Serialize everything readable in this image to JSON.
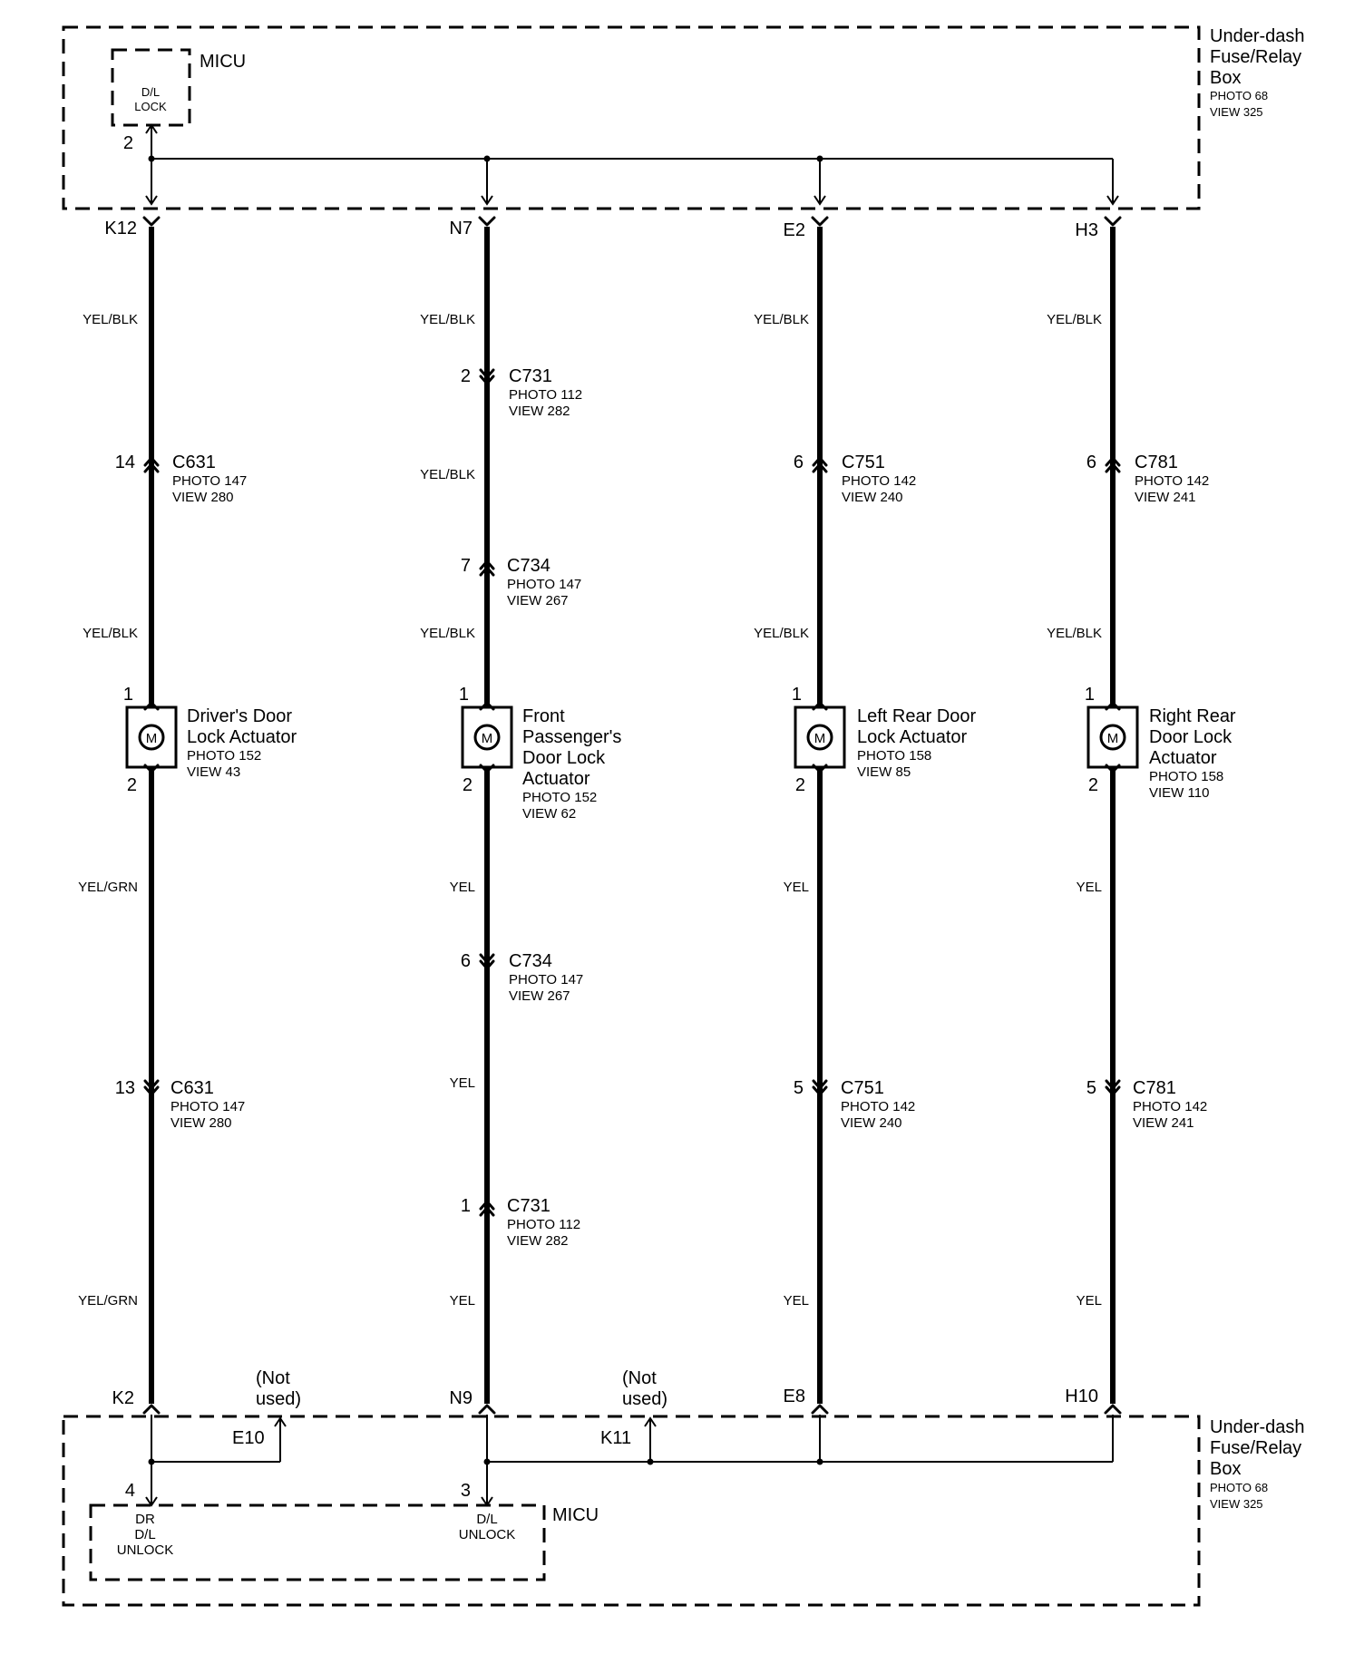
{
  "top_box": {
    "name": [
      "Under-dash",
      "Fuse/Relay",
      "Box"
    ],
    "refs": [
      "PHOTO 68",
      "VIEW 325"
    ]
  },
  "bottom_box": {
    "name": [
      "Under-dash",
      "Fuse/Relay",
      "Box"
    ],
    "refs": [
      "PHOTO 68",
      "VIEW 325"
    ]
  },
  "micu_top": {
    "title": "MICU",
    "internal": [
      "D/L",
      "LOCK"
    ],
    "pin": "2"
  },
  "micu_bottom": {
    "title": "MICU",
    "dr_unlock": [
      "DR",
      "D/L",
      "UNLOCK"
    ],
    "dl_unlock": [
      "D/L",
      "UNLOCK"
    ],
    "pin_dr": "4",
    "pin_dl": "3"
  },
  "top_terminals": [
    "K12",
    "N7",
    "E2",
    "H3"
  ],
  "bottom_terminals": [
    "K2",
    "N9",
    "E8",
    "H10"
  ],
  "unused": [
    {
      "label": "E10",
      "note": [
        "(Not",
        "used)"
      ]
    },
    {
      "label": "K11",
      "note": [
        "(Not",
        "used)"
      ]
    }
  ],
  "wire_colors": {
    "c1": [
      "YEL/BLK",
      "YEL/BLK",
      "YEL/GRN",
      "YEL/GRN"
    ],
    "c2": [
      "YEL/BLK",
      "YEL/BLK",
      "YEL/BLK",
      "YEL",
      "YEL",
      "YEL"
    ],
    "c3": [
      "YEL/BLK",
      "YEL/BLK",
      "YEL",
      "YEL"
    ],
    "c4": [
      "YEL/BLK",
      "YEL/BLK",
      "YEL",
      "YEL"
    ]
  },
  "connectors": {
    "c1": [
      {
        "pin": "14",
        "name": "C631",
        "refs": [
          "PHOTO 147",
          "VIEW 280"
        ]
      },
      {
        "pin": "13",
        "name": "C631",
        "refs": [
          "PHOTO 147",
          "VIEW 280"
        ]
      }
    ],
    "c2": [
      {
        "pin": "2",
        "name": "C731",
        "refs": [
          "PHOTO 112",
          "VIEW 282"
        ]
      },
      {
        "pin": "7",
        "name": "C734",
        "refs": [
          "PHOTO 147",
          "VIEW 267"
        ]
      },
      {
        "pin": "6",
        "name": "C734",
        "refs": [
          "PHOTO 147",
          "VIEW 267"
        ]
      },
      {
        "pin": "1",
        "name": "C731",
        "refs": [
          "PHOTO 112",
          "VIEW 282"
        ]
      }
    ],
    "c3": [
      {
        "pin": "6",
        "name": "C751",
        "refs": [
          "PHOTO 142",
          "VIEW 240"
        ]
      },
      {
        "pin": "5",
        "name": "C751",
        "refs": [
          "PHOTO 142",
          "VIEW 240"
        ]
      }
    ],
    "c4": [
      {
        "pin": "6",
        "name": "C781",
        "refs": [
          "PHOTO 142",
          "VIEW 241"
        ]
      },
      {
        "pin": "5",
        "name": "C781",
        "refs": [
          "PHOTO 142",
          "VIEW 241"
        ]
      }
    ]
  },
  "actuators": [
    {
      "name": [
        "Driver's Door",
        "Lock Actuator"
      ],
      "refs": [
        "PHOTO 152",
        "VIEW 43"
      ],
      "pin_top": "1",
      "pin_bottom": "2",
      "symbol": "M"
    },
    {
      "name": [
        "Front",
        "Passenger's",
        "Door Lock",
        "Actuator"
      ],
      "refs": [
        "PHOTO 152",
        "VIEW 62"
      ],
      "pin_top": "1",
      "pin_bottom": "2",
      "symbol": "M"
    },
    {
      "name": [
        "Left Rear Door",
        "Lock Actuator"
      ],
      "refs": [
        "PHOTO 158",
        "VIEW 85"
      ],
      "pin_top": "1",
      "pin_bottom": "2",
      "symbol": "M"
    },
    {
      "name": [
        "Right Rear",
        "Door Lock",
        "Actuator"
      ],
      "refs": [
        "PHOTO 158",
        "VIEW 110"
      ],
      "pin_top": "1",
      "pin_bottom": "2",
      "symbol": "M"
    }
  ]
}
